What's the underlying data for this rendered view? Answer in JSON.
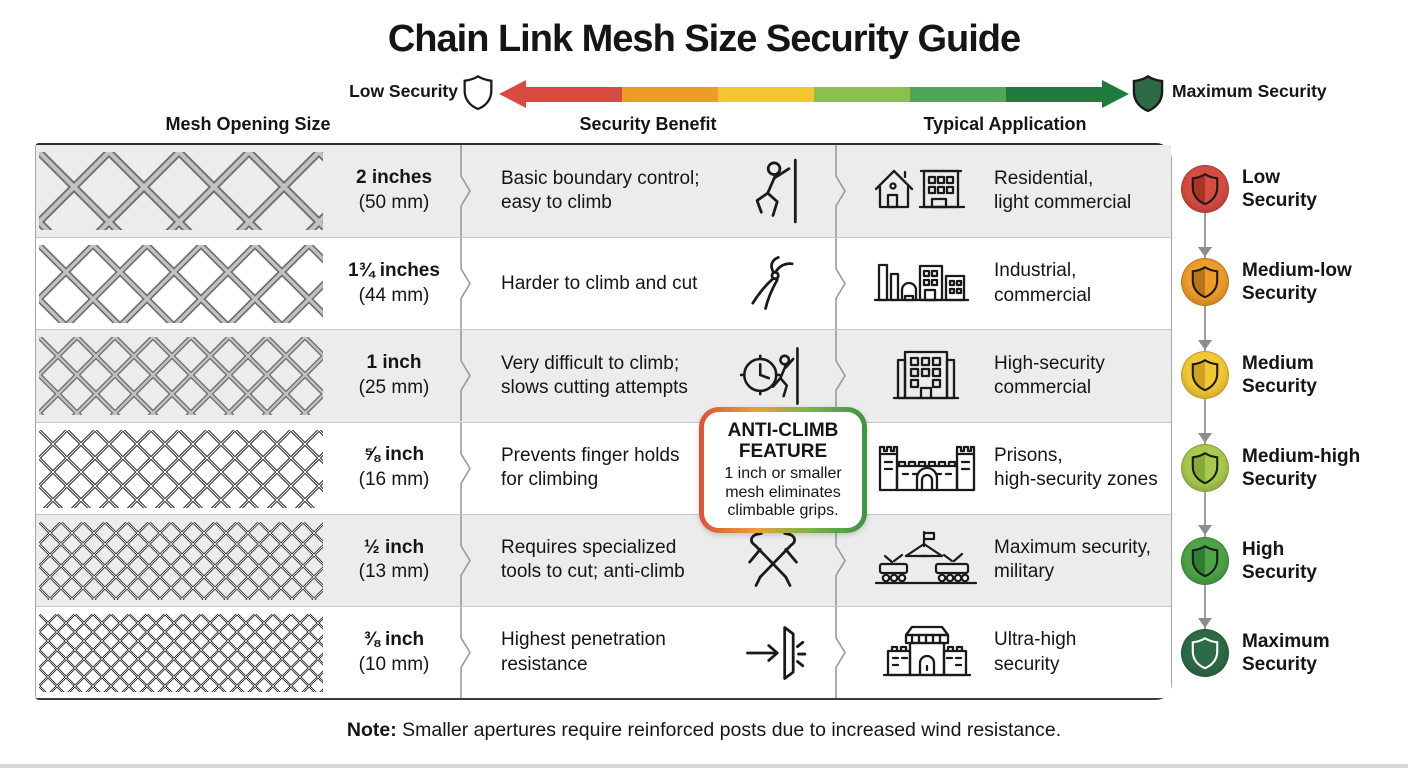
{
  "title": "Chain Link Mesh Size Security Guide",
  "scale_bar": {
    "left_label": "Low Security",
    "right_label": "Maximum Security",
    "left_shield_icon": "shield-outline-icon",
    "right_shield_icon": "shield-green-icon",
    "colors": [
      "#d84b42",
      "#ef9b28",
      "#f2c832",
      "#8dc04b",
      "#4ca757",
      "#1f7a3d"
    ]
  },
  "columns": [
    "Mesh Opening Size",
    "Security Benefit",
    "Typical Application"
  ],
  "rows": [
    {
      "size": "2 inches",
      "size_mm": "(50 mm)",
      "benefit_lines": [
        "Basic boundary control;",
        "easy to climb"
      ],
      "benefit_icon": "climbing-person-icon",
      "application_lines": [
        "Residential,",
        "light commercial"
      ],
      "application_icon": "house-and-building-icon",
      "level_lines": [
        "Low",
        "Security"
      ],
      "badge_color": "#d64c42",
      "badge_shield_fill": "#a93325",
      "badge_shield_stroke": "#1a1a1a"
    },
    {
      "size": "1¾ inches",
      "size_mm": "(44 mm)",
      "benefit_lines": [
        "Harder to climb and cut"
      ],
      "benefit_icon": "wire-cutters-icon",
      "application_lines": [
        "Industrial,",
        "commercial"
      ],
      "application_icon": "factory-icon",
      "level_lines": [
        "Medium-low",
        "Security"
      ],
      "badge_color": "#ef9b28",
      "badge_shield_fill": "#b9731d",
      "badge_shield_stroke": "#1a1a1a"
    },
    {
      "size": "1 inch",
      "size_mm": "(25 mm)",
      "benefit_lines": [
        "Very difficult to climb;",
        "slows cutting attempts"
      ],
      "benefit_icon": "clock-and-climber-icon",
      "application_lines": [
        "High-security",
        "commercial"
      ],
      "application_icon": "office-building-icon",
      "level_lines": [
        "Medium",
        "Security"
      ],
      "badge_color": "#f2c832",
      "badge_shield_fill": "#cfa21d",
      "badge_shield_stroke": "#1a1a1a"
    },
    {
      "size": "⅝ inch",
      "size_mm": "(16 mm)",
      "benefit_lines": [
        "Prevents finger holds",
        "for climbing"
      ],
      "benefit_icon": "none",
      "application_lines": [
        "Prisons,",
        "high-security zones"
      ],
      "application_icon": "prison-castle-icon",
      "level_lines": [
        "Medium-high",
        "Security"
      ],
      "badge_color": "#a8c94d",
      "badge_shield_fill": "#86a93c",
      "badge_shield_stroke": "#1a1a1a"
    },
    {
      "size": "½ inch",
      "size_mm": "(13 mm)",
      "benefit_lines": [
        "Requires specialized",
        "tools to cut; anti-climb"
      ],
      "benefit_icon": "crossed-bolt-cutters-icon",
      "application_lines": [
        "Maximum security,",
        "military"
      ],
      "application_icon": "military-tanks-icon",
      "level_lines": [
        "High",
        "Security"
      ],
      "badge_color": "#4ea447",
      "badge_shield_fill": "#2e7d32",
      "badge_shield_stroke": "#1a1a1a"
    },
    {
      "size": "⅜ inch",
      "size_mm": "(10 mm)",
      "benefit_lines": [
        "Highest penetration",
        "resistance"
      ],
      "benefit_icon": "penetration-arrow-icon",
      "application_lines": [
        "Ultra-high",
        "security"
      ],
      "application_icon": "fortress-icon",
      "level_lines": [
        "Maximum",
        "Security"
      ],
      "badge_color": "#2c6b45",
      "badge_shield_fill": "none",
      "badge_shield_stroke": "#ffffff"
    }
  ],
  "callout": {
    "title_lines": [
      "ANTI-CLIMB",
      "FEATURE"
    ],
    "body": "1 inch or smaller mesh eliminates climbable grips.",
    "border_colors": [
      "#d95438",
      "#e8a23a",
      "#7fb347",
      "#3f9347"
    ]
  },
  "note": {
    "label": "Note:",
    "text": " Smaller apertures require reinforced posts due to increased wind resistance."
  }
}
